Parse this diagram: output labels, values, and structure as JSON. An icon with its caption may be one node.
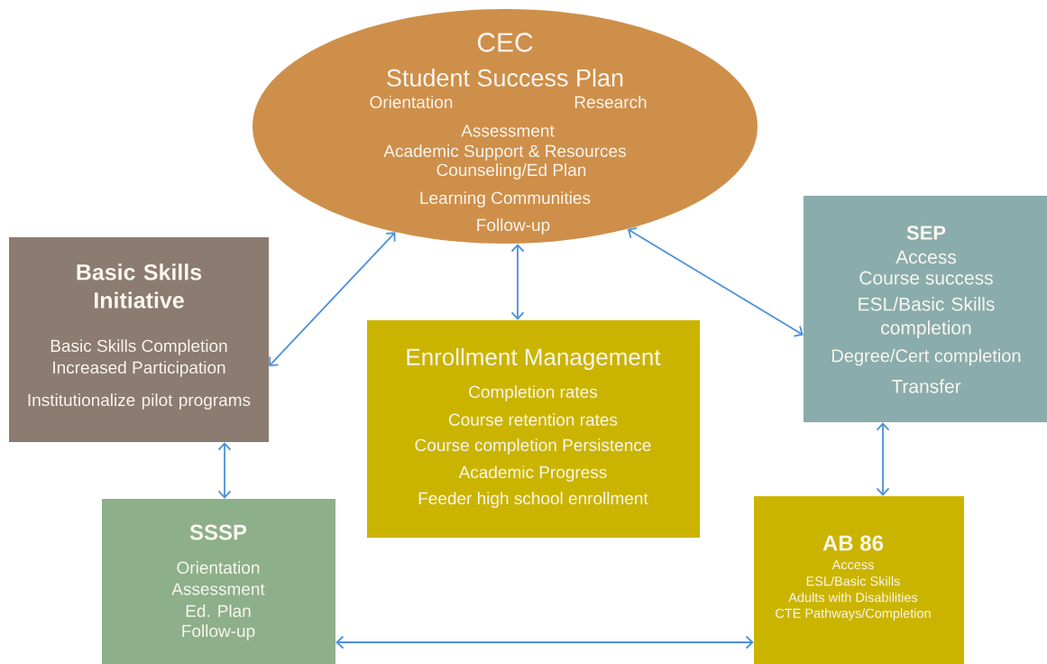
{
  "diagram": {
    "nodes": [
      {
        "text": [
          "CEC",
          "Student Success Plan",
          "Orientation",
          "Research",
          "Assessment",
          "Academic Support & Resources",
          "Counseling/Ed Plan",
          "Learning Communities",
          "Follow-up"
        ]
      },
      {
        "text": [
          "Basic Skills Initiative",
          "Basic Skills Completion",
          "Increased Participation",
          "Institutionalize pilot programs"
        ]
      },
      {
        "text": [
          "Enrollment Management",
          "Completion rates",
          "Course retention rates",
          "Course completion Persistence",
          "Academic Progress",
          "Feeder high school enrollment"
        ]
      },
      {
        "text": [
          "SEP",
          "Access",
          "Course success",
          "ESL/Basic Skills completion",
          "Degree/Cert completion",
          "Transfer"
        ]
      },
      {
        "text": [
          "SSSP",
          "Orientation",
          "Assessment",
          "Ed. Plan",
          "Follow-up"
        ]
      },
      {
        "text": [
          "AB 86",
          "Access",
          "ESL/Basic Skills",
          "Adults with Disabilities",
          "CTE Pathways/Completion"
        ]
      }
    ],
    "edges": [
      {
        "from": 1,
        "to": 0,
        "arrow": "both"
      },
      {
        "from": 2,
        "to": 0,
        "arrow": "both"
      },
      {
        "from": 0,
        "to": 3,
        "arrow": "both"
      },
      {
        "from": 3,
        "to": 5,
        "arrow": "both"
      },
      {
        "from": 1,
        "to": 4,
        "arrow": "both"
      },
      {
        "from": 4,
        "to": 5,
        "arrow": "both"
      }
    ]
  }
}
